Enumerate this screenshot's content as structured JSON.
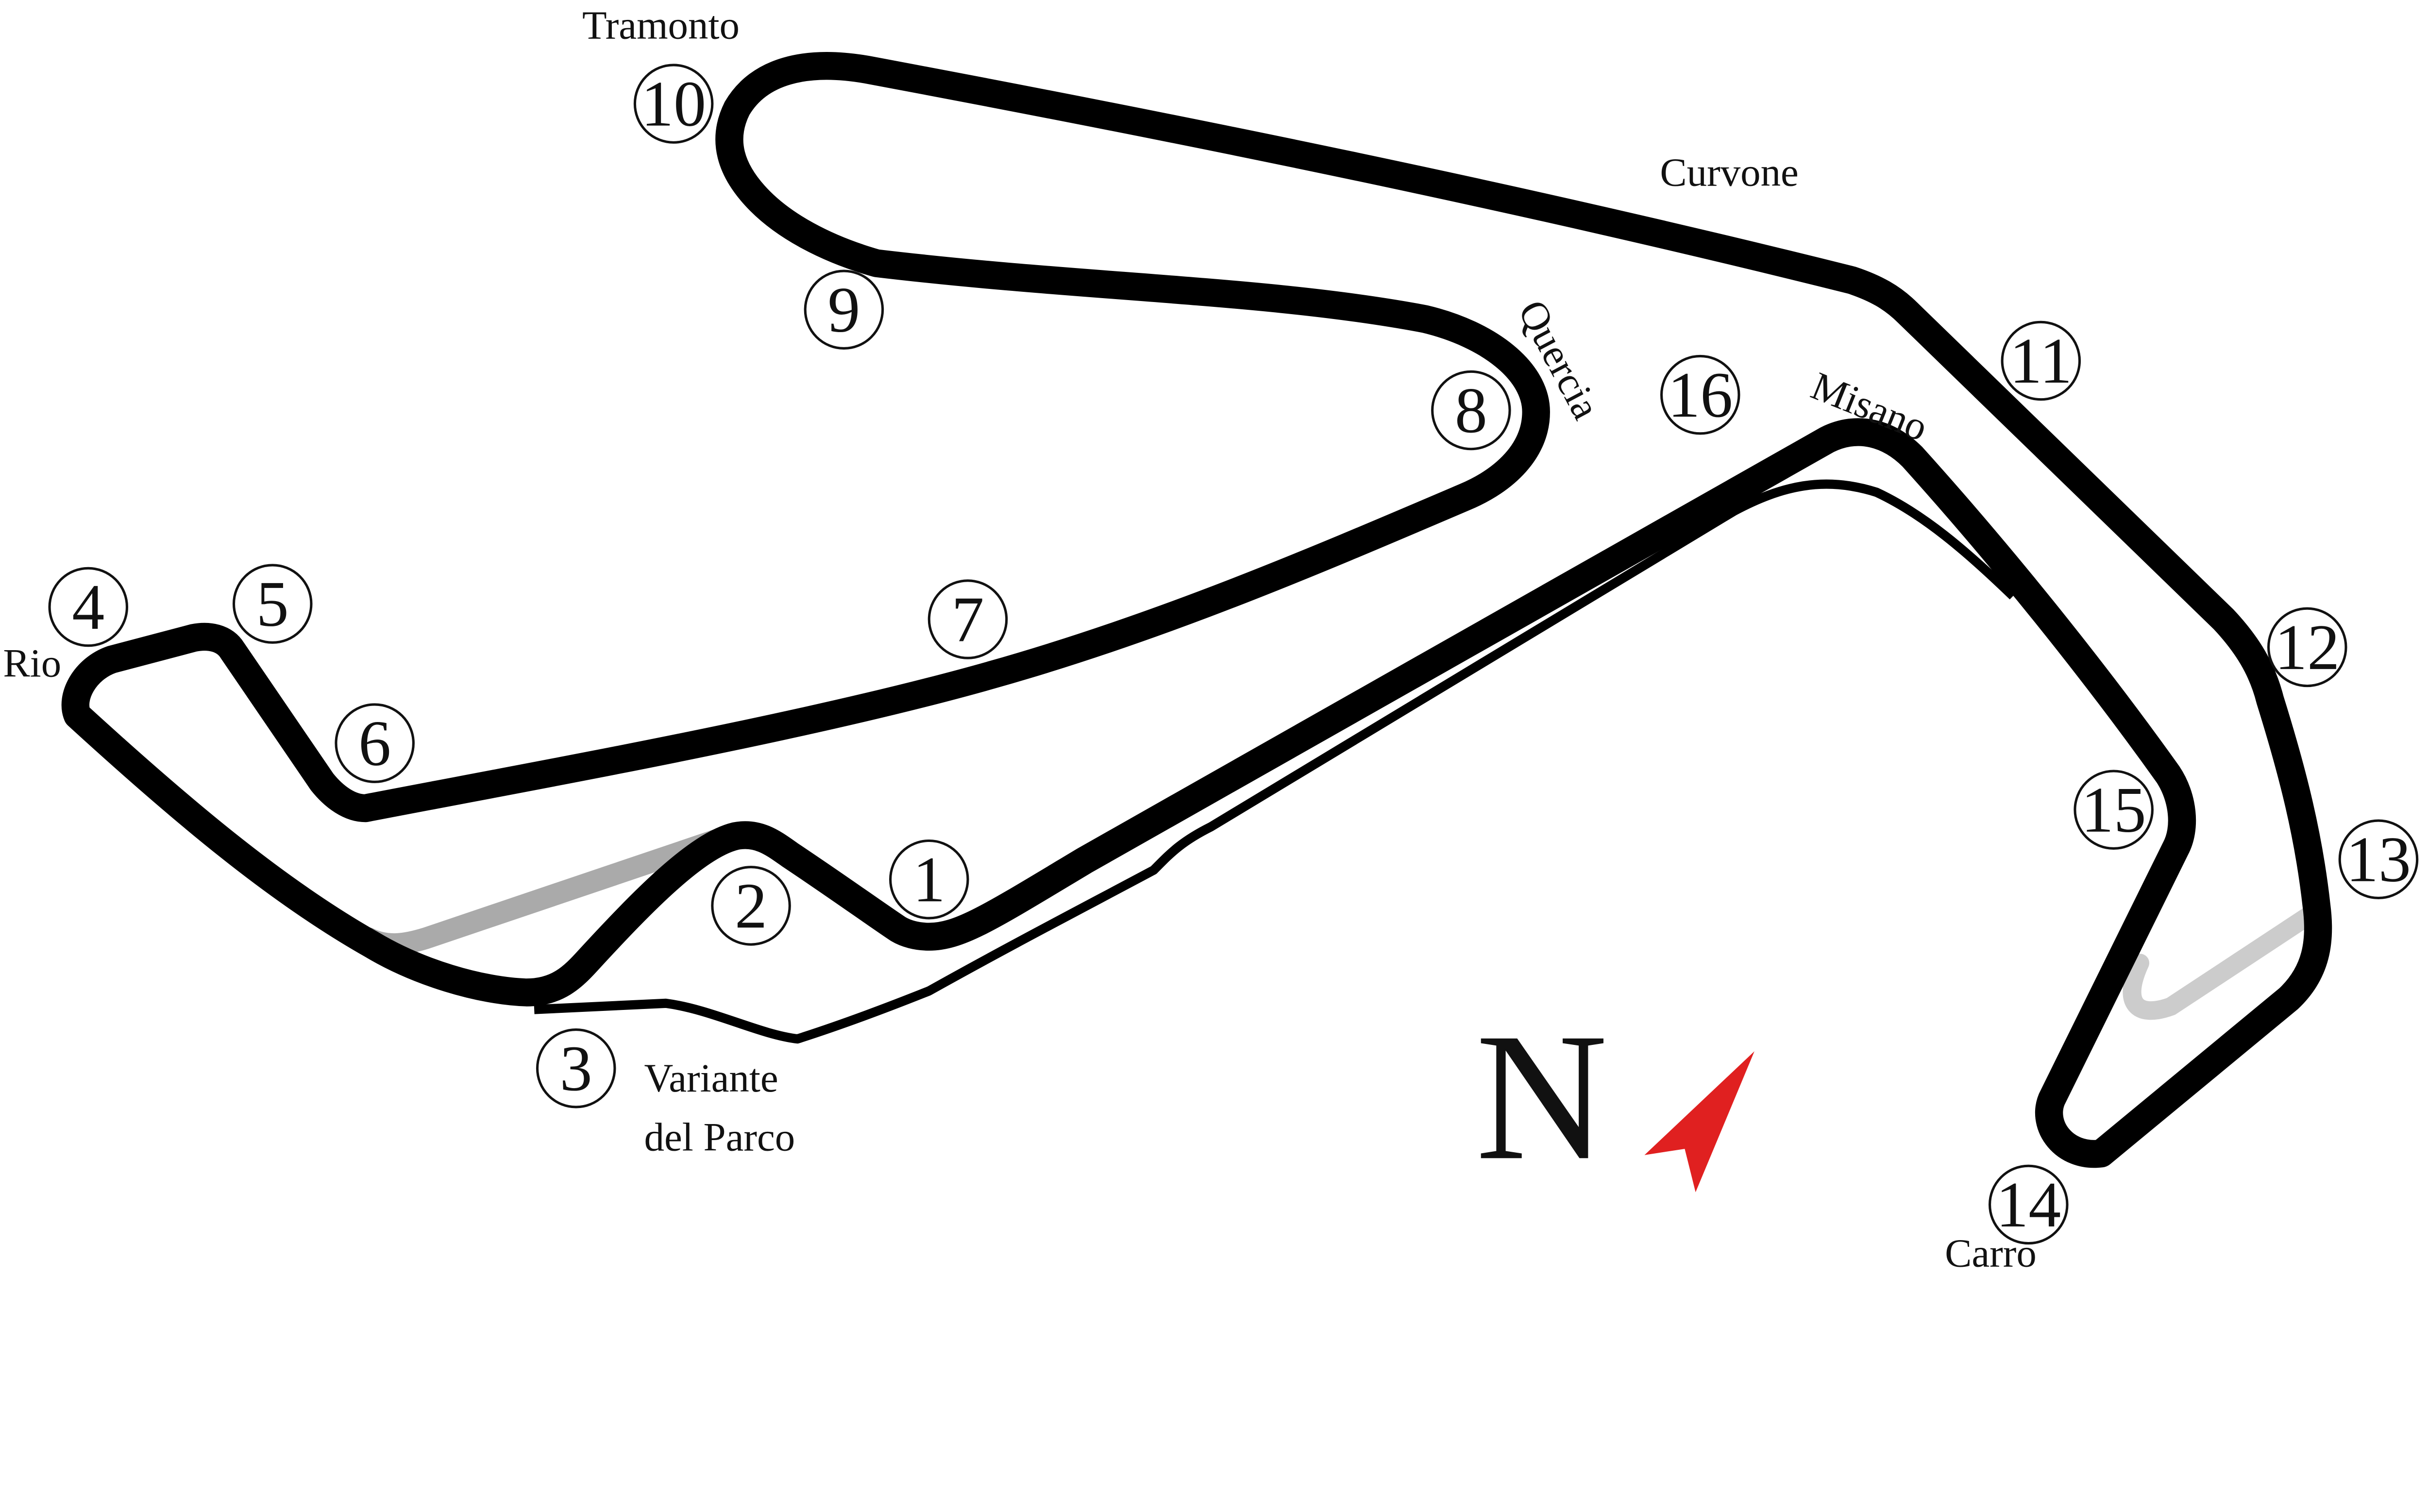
{
  "title": "Misano World Circuit layout",
  "colors": {
    "track": "#000000",
    "runoff_dark": "#aaaaaa",
    "runoff_light": "#cccccc",
    "north_arrow": "#e02020"
  },
  "turns": [
    "1",
    "2",
    "3",
    "4",
    "5",
    "6",
    "7",
    "8",
    "9",
    "10",
    "11",
    "12",
    "13",
    "14",
    "15",
    "16"
  ],
  "corner_names": {
    "tramonto": "Tramonto",
    "curvone": "Curvone",
    "quercia": "Quercia",
    "misano": "Misano",
    "rio": "Rio",
    "variante_line1": "Variante",
    "variante_line2": "del Parco",
    "carro": "Carro"
  },
  "compass": {
    "label": "N",
    "icon": "north-arrow-icon"
  }
}
